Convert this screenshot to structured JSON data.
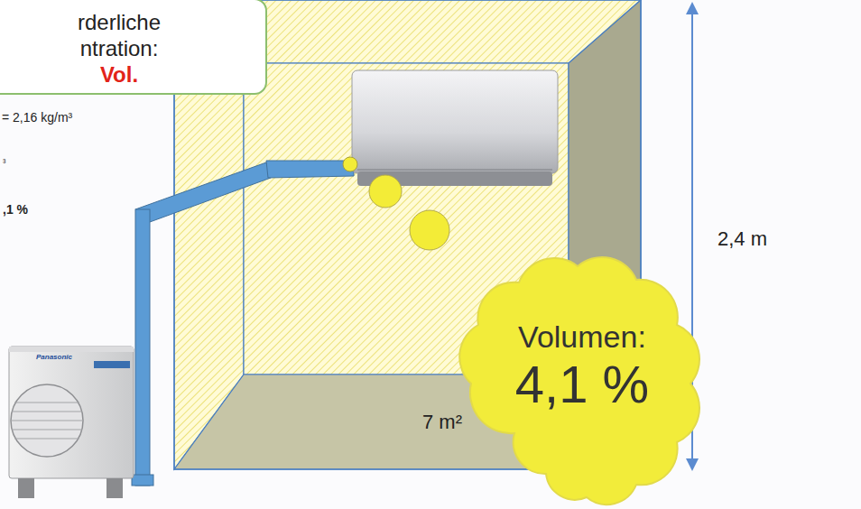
{
  "diagram": {
    "nodes": [
      {
        "text": [
          "rderliche ntration:",
          "Vol."
        ]
      },
      {
        "text": [
          "Volumen:",
          "4,1 %"
        ]
      }
    ],
    "labels": [
      "= 2,16 kg/m³",
      "³",
      ",1 %",
      "Panasonic",
      "7 m²",
      "2,4 m"
    ]
  }
}
